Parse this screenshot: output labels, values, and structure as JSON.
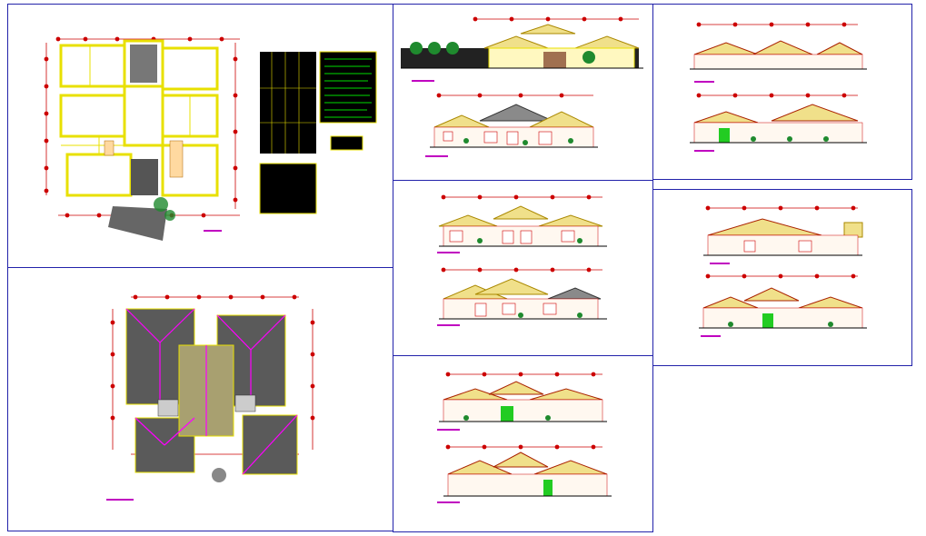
{
  "sheets": [
    {
      "id": "floor-plan",
      "kind": "floor-plan"
    },
    {
      "id": "roof-plan",
      "kind": "roof-plan"
    },
    {
      "id": "front-elevations",
      "kind": "elevations"
    },
    {
      "id": "side-elevations",
      "kind": "elevations"
    },
    {
      "id": "sections-a",
      "kind": "sections"
    },
    {
      "id": "sections-b",
      "kind": "sections"
    },
    {
      "id": "sections-c",
      "kind": "sections"
    }
  ],
  "colors": {
    "frame": "#2222aa",
    "wall": "#e8e000",
    "dim": "#cc0000",
    "roof_tile": "#f0e08a",
    "roof_dark": "#5a5a5a",
    "roof_olive": "#a8a070",
    "hatch": "#ff00ff",
    "window": "#ffffff",
    "tree": "#1f8a2e",
    "table_bg": "#000000",
    "table_text": "#e8e000",
    "legend_text": "#00dd00"
  },
  "icons": {
    "tree": "tree-icon",
    "dimension-marker": "dimension-marker-icon"
  }
}
